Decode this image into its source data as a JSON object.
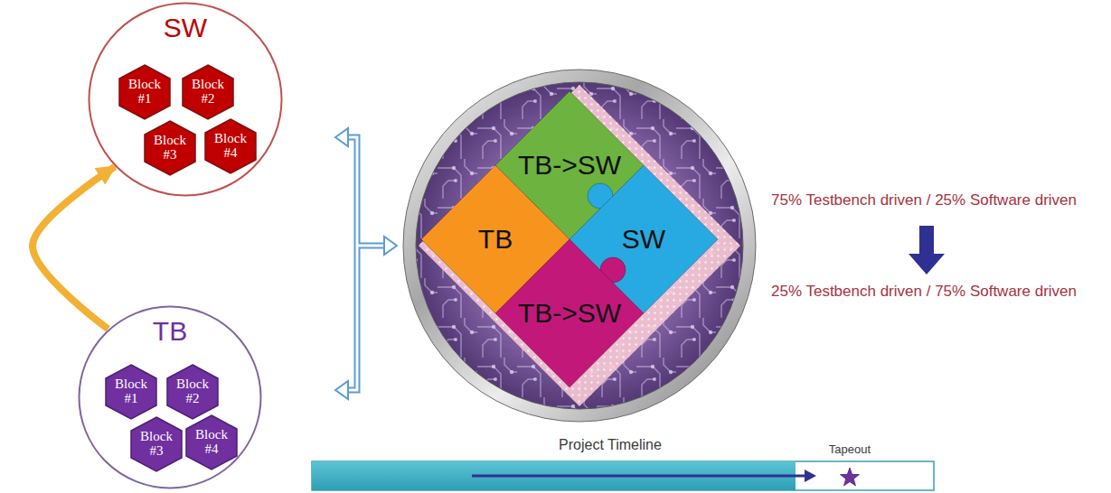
{
  "diagram": {
    "nodes": [
      {
        "text": [
          "SW"
        ]
      },
      {
        "text": [
          "Block #1"
        ],
        "in": 0
      },
      {
        "text": [
          "Block #2"
        ],
        "in": 0
      },
      {
        "text": [
          "Block #3"
        ],
        "in": 0
      },
      {
        "text": [
          "Block #4"
        ],
        "in": 0
      },
      {
        "text": [
          "TB"
        ]
      },
      {
        "text": [
          "Block #1"
        ],
        "in": 5
      },
      {
        "text": [
          "Block #2"
        ],
        "in": 5
      },
      {
        "text": [
          "Block #3"
        ],
        "in": 5
      },
      {
        "text": [
          "Block #4"
        ],
        "in": 5
      },
      {
        "text": [
          "TB->SW"
        ]
      },
      {
        "text": [
          "TB"
        ]
      },
      {
        "text": [
          "SW"
        ]
      },
      {
        "text": [
          "TB->SW"
        ]
      }
    ],
    "edges": [
      {
        "from": 5,
        "to": 0,
        "arrow": "to"
      }
    ],
    "labels": [
      "75% Testbench driven / 25% Software driven",
      "25% Testbench driven / 75% Software driven",
      "Project Timeline",
      "Tapeout"
    ]
  }
}
